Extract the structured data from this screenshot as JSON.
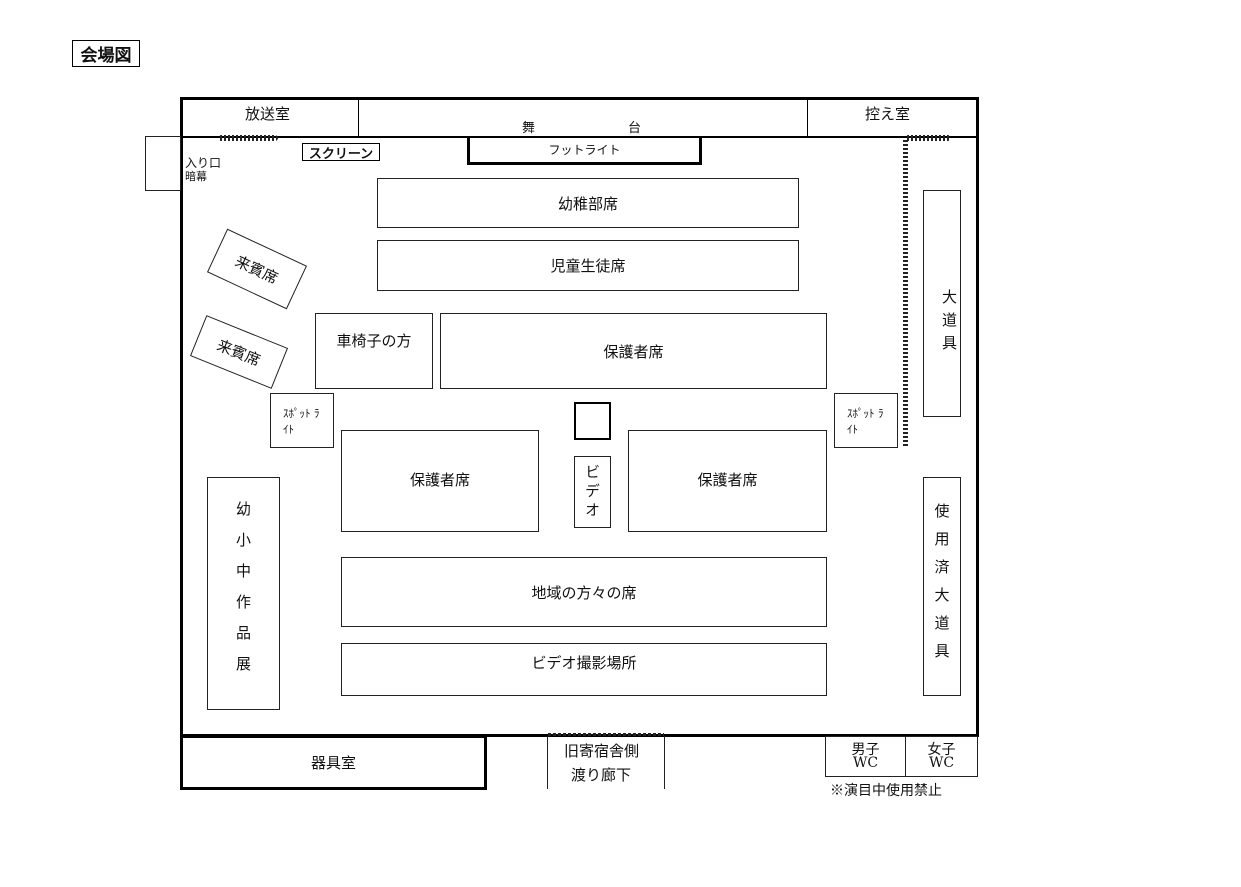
{
  "title": "会場図",
  "rooms": {
    "broadcast": "放送室",
    "stage": "舞",
    "stage2": "台",
    "waiting": "控え室",
    "entrance": "入り口",
    "curtain": "暗幕",
    "screen": "スクリーン",
    "footlight": "フットライト",
    "kindergarten": "幼稚部席",
    "students": "児童生徒席",
    "guest1": "来賓席",
    "guest2": "来賓席",
    "wheelchair": "車椅子の方",
    "parents_top": "保護者席",
    "spot_left": "ｽﾎﾟｯﾄ ﾗｲﾄ",
    "spot_right": "ｽﾎﾟｯﾄ ﾗｲﾄ",
    "video": "ビデオ",
    "parents_left": "保護者席",
    "parents_right": "保護者席",
    "community": "地域の方々の席",
    "video_area": "ビデオ撮影場所",
    "exhibit": "幼小中作品展",
    "props": "大道具",
    "used_props": "使用済大道具",
    "equipment": "器具室",
    "corridor1": "旧寄宿舎側",
    "corridor2": "渡り廊下",
    "wc_men": "男子WC",
    "wc_women": "女子WC",
    "note": "※演目中使用禁止"
  }
}
